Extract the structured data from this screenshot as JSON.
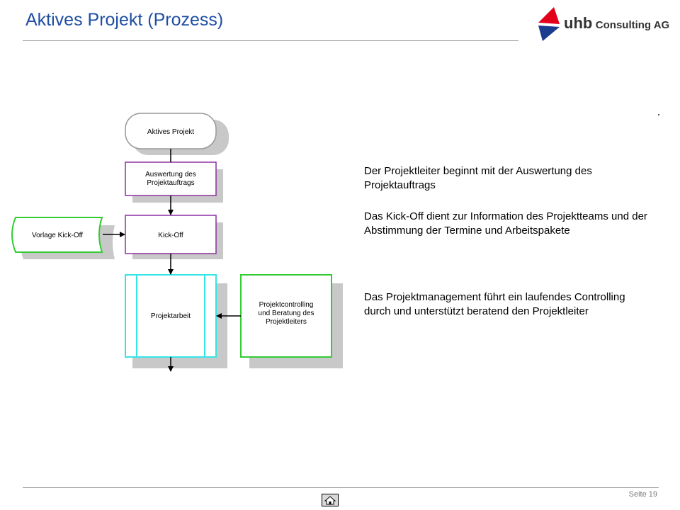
{
  "header": {
    "title": "Aktives Projekt (Prozess)",
    "logo": {
      "brand": "uhb",
      "suffix": "Consulting AG",
      "colors": {
        "red": "#e2001a",
        "blue": "#1a3c8f"
      }
    }
  },
  "diagram": {
    "nodes": {
      "start": {
        "lines": [
          "Aktives Projekt"
        ],
        "border": "#999999"
      },
      "auswertung": {
        "lines": [
          "Auswertung des",
          "Projektauftrags"
        ],
        "border": "#8b2fa0"
      },
      "kickoff": {
        "lines": [
          "Kick-Off"
        ],
        "border": "#8b2fa0"
      },
      "vorlage": {
        "lines": [
          "Vorlage Kick-Off"
        ],
        "border": "#33cc33"
      },
      "projektarbeit": {
        "lines": [
          "Projektarbeit"
        ],
        "border": "#33e6e6"
      },
      "controlling": {
        "lines": [
          "Projektcontrolling",
          "und Beratung des",
          "Projektleiters"
        ],
        "border": "#33cc33"
      }
    }
  },
  "descriptions": [
    "Der Projektleiter beginnt mit der Auswertung des Projektauftrags",
    "Das Kick-Off dient zur Information des Projektteams und der Abstimmung der Termine und Arbeitspakete",
    "Das Projektmanagement führt ein laufendes Controlling durch und unterstützt beratend den Projektleiter"
  ],
  "footer": {
    "page_label": "Seite 19",
    "home_icon": "home-icon"
  }
}
